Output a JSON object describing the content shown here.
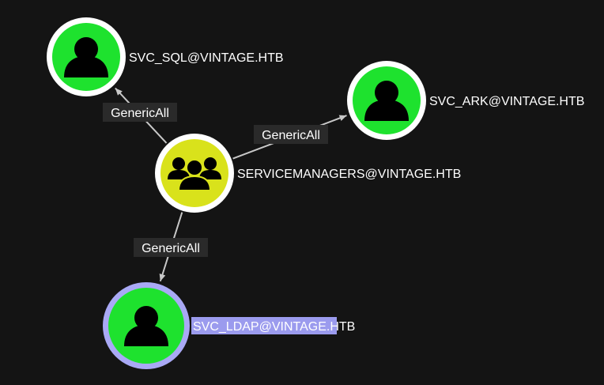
{
  "graph": {
    "nodes": [
      {
        "id": "svc_sql",
        "label": "SVC_SQL@VINTAGE.HTB",
        "type": "user",
        "icon": "user-icon",
        "fill": "#1ee22e",
        "selected": false
      },
      {
        "id": "svc_ark",
        "label": "SVC_ARK@VINTAGE.HTB",
        "type": "user",
        "icon": "user-icon",
        "fill": "#1ee22e",
        "selected": false
      },
      {
        "id": "servicemanagers",
        "label": "SERVICEMANAGERS@VINTAGE.HTB",
        "type": "group",
        "icon": "group-icon",
        "fill": "#d9e21b",
        "selected": false
      },
      {
        "id": "svc_ldap",
        "label": "SVC_LDAP@VINTAGE.HTB",
        "type": "user",
        "icon": "user-icon",
        "fill": "#1ee22e",
        "selected": true
      }
    ],
    "edges": [
      {
        "from": "servicemanagers",
        "to": "svc_sql",
        "label": "GenericAll"
      },
      {
        "from": "servicemanagers",
        "to": "svc_ark",
        "label": "GenericAll"
      },
      {
        "from": "servicemanagers",
        "to": "svc_ldap",
        "label": "GenericAll"
      }
    ],
    "colors": {
      "background": "#141414",
      "edge": "#c8c8c8",
      "edge_label_bg": "#2a2a2a",
      "selected_ring": "#a9a9f5",
      "selected_label_bg": "#9b9bee",
      "icon": "#000000"
    }
  }
}
